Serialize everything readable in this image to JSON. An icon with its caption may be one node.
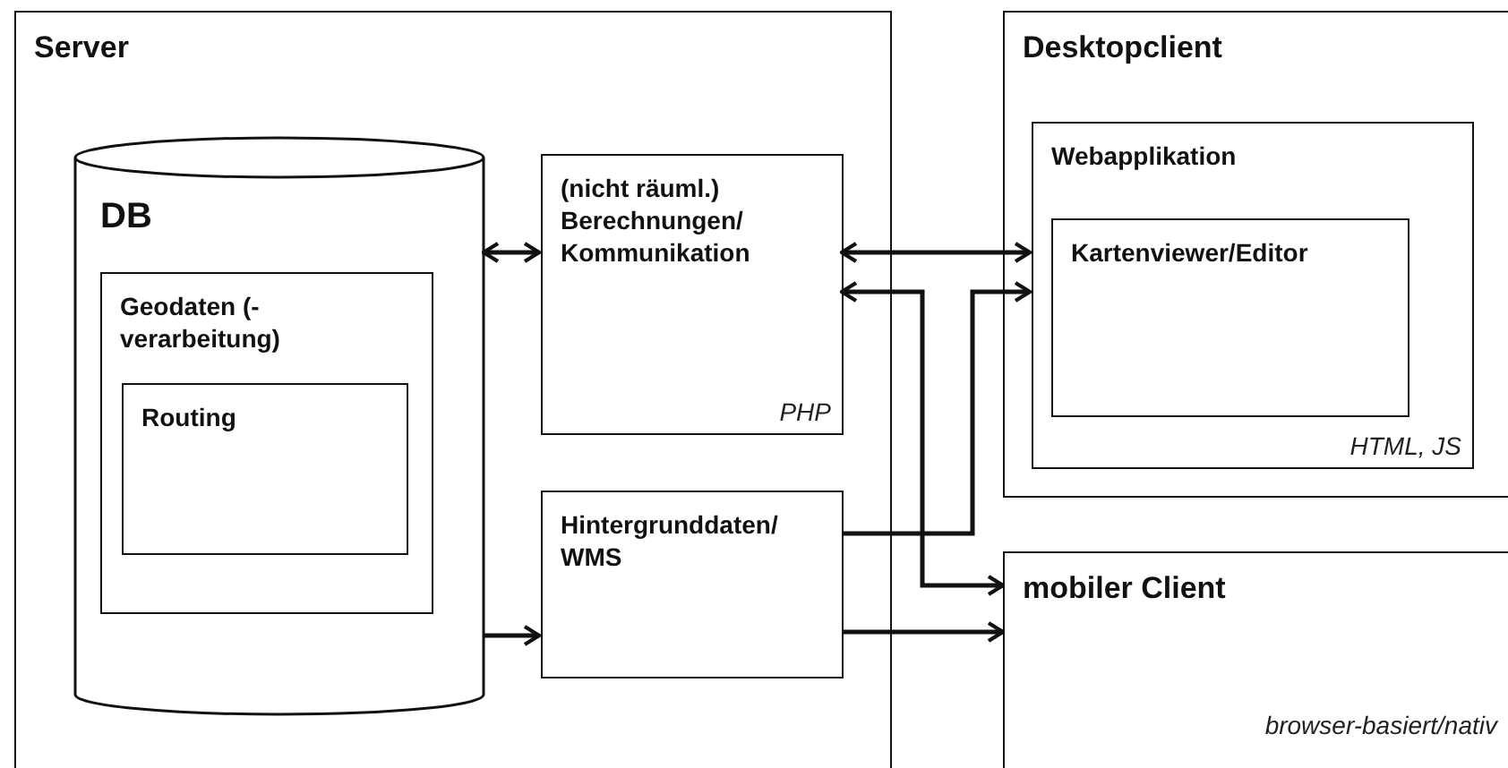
{
  "diagram": {
    "nodes": [
      {
        "text": [
          "Server"
        ]
      },
      {
        "text": [
          "DB"
        ],
        "in": 0
      },
      {
        "text": [
          "Geodaten (-verarbeitung)"
        ],
        "in": 1
      },
      {
        "text": [
          "Routing"
        ],
        "in": 2
      },
      {
        "text": [
          "(nicht räuml.) Berechnungen/ Kommunikation",
          "PHP"
        ],
        "in": 0
      },
      {
        "text": [
          "Hintergrunddaten/ WMS"
        ],
        "in": 0
      },
      {
        "text": [
          "Desktopclient"
        ]
      },
      {
        "text": [
          "Webapplikation",
          "HTML, JS"
        ],
        "in": 6
      },
      {
        "text": [
          "Kartenviewer/Editor"
        ],
        "in": 7
      },
      {
        "text": [
          "mobiler Client",
          "browser-basiert/nativ"
        ]
      }
    ],
    "edges": [
      {
        "from": 1,
        "to": 4,
        "arrow": "both"
      },
      {
        "from": 4,
        "to": 7,
        "arrow": "both"
      },
      {
        "from": 4,
        "to": 9,
        "arrow": "both"
      },
      {
        "from": 5,
        "to": 7,
        "arrow": "to"
      },
      {
        "from": 5,
        "to": 9,
        "arrow": "to"
      },
      {
        "from": 1,
        "to": 5,
        "arrow": "to"
      }
    ]
  }
}
